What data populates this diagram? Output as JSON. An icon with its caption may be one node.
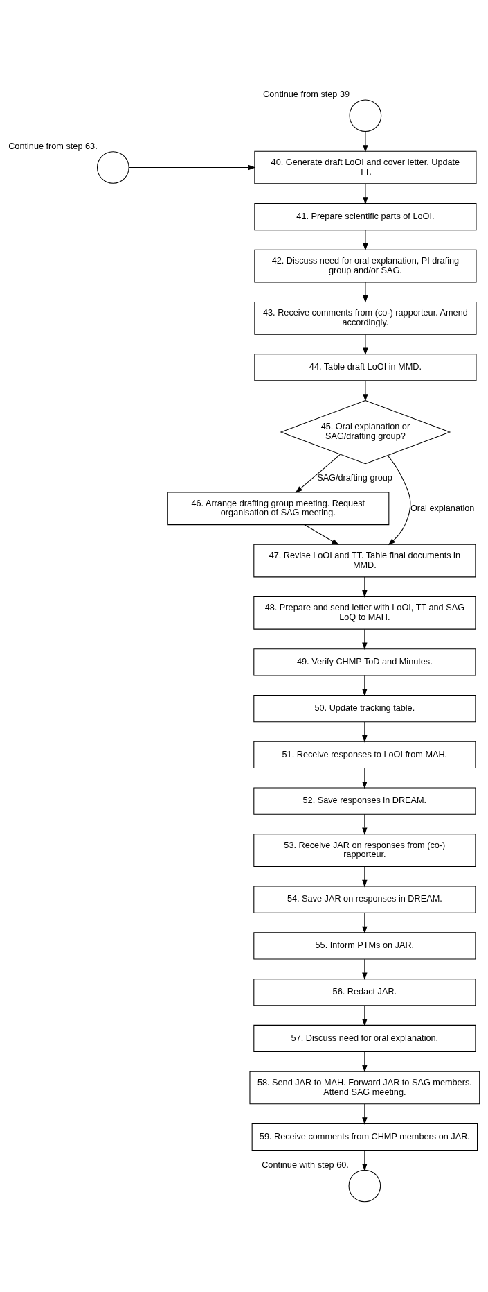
{
  "diagram": {
    "nodes": [
      {
        "text": [],
        "shape": "circle",
        "beside": [
          "Continue from step 39"
        ]
      },
      {
        "text": [
          "40. Generate draft LoOI and cover letter. Update TT."
        ]
      },
      {
        "text": [],
        "shape": "circle",
        "beside": [
          "Continue from step 63."
        ]
      },
      {
        "text": [
          "41. Prepare scientific parts of LoOI."
        ]
      },
      {
        "text": [
          "42. Discuss need for oral explanation, PI drafing group and/or SAG."
        ]
      },
      {
        "text": [
          "43. Receive comments from (co-) rapporteur. Amend accordingly."
        ]
      },
      {
        "text": [
          "44. Table draft LoOI in MMD."
        ]
      },
      {
        "text": [
          "45. Oral explanation or SAG/drafting group?"
        ]
      },
      {
        "text": [
          "46. Arrange drafting group meeting. Request organisation of SAG meeting."
        ]
      },
      {
        "text": [
          "47. Revise LoOI and TT. Table final documents in MMD."
        ]
      },
      {
        "text": [
          "48. Prepare and send letter with LoOI, TT and SAG LoQ to MAH."
        ]
      },
      {
        "text": [
          "49. Verify CHMP ToD and Minutes."
        ]
      },
      {
        "text": [
          "50. Update tracking table."
        ]
      },
      {
        "text": [
          "51. Receive responses to LoOI from MAH."
        ]
      },
      {
        "text": [
          "52. Save responses in DREAM."
        ]
      },
      {
        "text": [
          "53. Receive JAR on responses from (co-) rapporteur."
        ]
      },
      {
        "text": [
          "54. Save JAR on responses in DREAM."
        ]
      },
      {
        "text": [
          "55. Inform PTMs on JAR."
        ]
      },
      {
        "text": [
          "56. Redact JAR."
        ]
      },
      {
        "text": [
          "57. Discuss need for oral explanation."
        ]
      },
      {
        "text": [
          "58. Send JAR to MAH. Forward JAR to SAG members. Attend SAG meeting."
        ]
      },
      {
        "text": [
          "59. Receive comments from CHMP members on JAR."
        ]
      },
      {
        "text": [],
        "shape": "circle",
        "beside": [
          "Continue with step 60."
        ]
      }
    ],
    "edges": [
      {
        "from": 0,
        "to": 1,
        "arrow": "to"
      },
      {
        "from": 2,
        "to": 1,
        "arrow": "to"
      },
      {
        "from": 1,
        "to": 3,
        "arrow": "to"
      },
      {
        "from": 3,
        "to": 4,
        "arrow": "to"
      },
      {
        "from": 4,
        "to": 5,
        "arrow": "to"
      },
      {
        "from": 5,
        "to": 6,
        "arrow": "to"
      },
      {
        "from": 6,
        "to": 7,
        "arrow": "to"
      },
      {
        "from": 7,
        "to": 8,
        "arrow": "to",
        "label": "SAG/drafting group"
      },
      {
        "from": 7,
        "to": 9,
        "arrow": "to",
        "label": "Oral explanation"
      },
      {
        "from": 8,
        "to": 9,
        "arrow": "to"
      },
      {
        "from": 9,
        "to": 10,
        "arrow": "to"
      },
      {
        "from": 10,
        "to": 11,
        "arrow": "to"
      },
      {
        "from": 11,
        "to": 12,
        "arrow": "to"
      },
      {
        "from": 12,
        "to": 13,
        "arrow": "to"
      },
      {
        "from": 13,
        "to": 14,
        "arrow": "to"
      },
      {
        "from": 14,
        "to": 15,
        "arrow": "to"
      },
      {
        "from": 15,
        "to": 16,
        "arrow": "to"
      },
      {
        "from": 16,
        "to": 17,
        "arrow": "to"
      },
      {
        "from": 17,
        "to": 18,
        "arrow": "to"
      },
      {
        "from": 18,
        "to": 19,
        "arrow": "to"
      },
      {
        "from": 19,
        "to": 20,
        "arrow": "to"
      },
      {
        "from": 20,
        "to": 21,
        "arrow": "to"
      },
      {
        "from": 21,
        "to": 22,
        "arrow": "to"
      }
    ]
  }
}
